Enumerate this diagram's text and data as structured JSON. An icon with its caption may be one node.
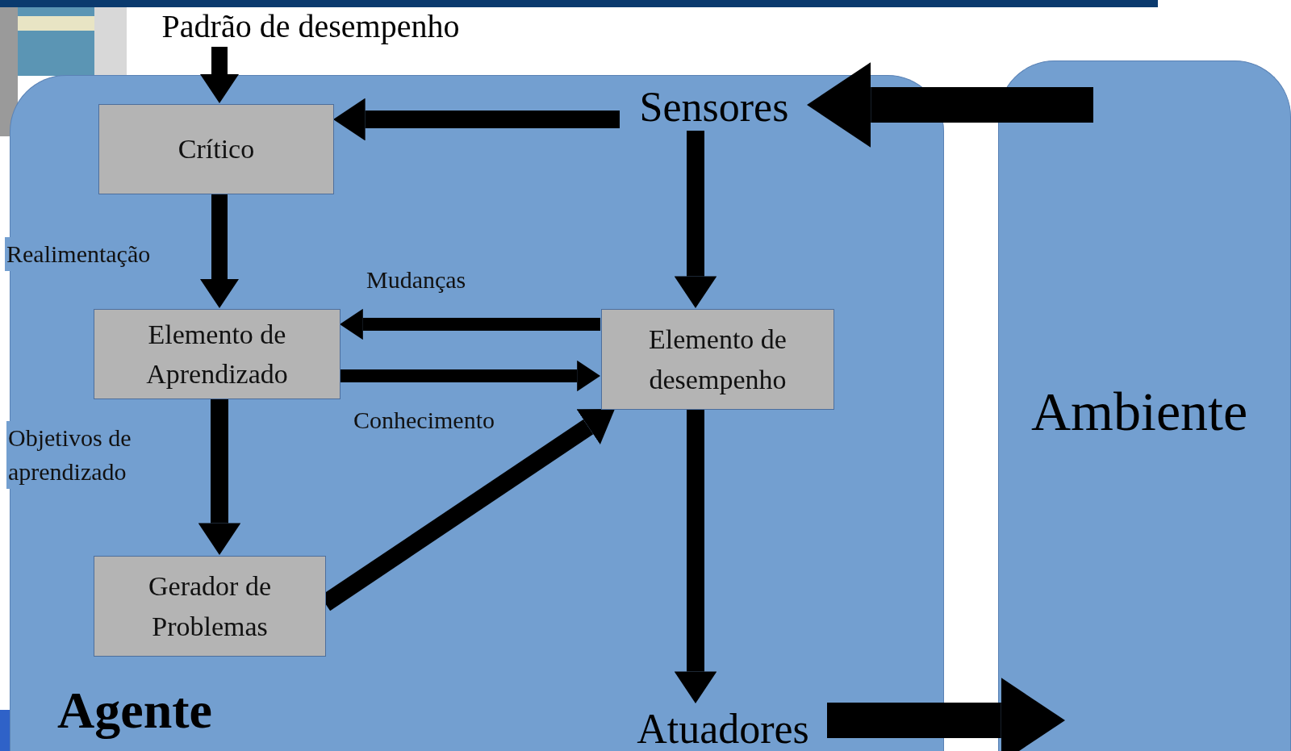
{
  "diagram": {
    "nodes": [
      {
        "text": [
          "Agente"
        ]
      },
      {
        "text": [
          "Ambiente"
        ]
      },
      {
        "text": [
          "Padrão de desempenho"
        ]
      },
      {
        "text": [
          "Crítico"
        ],
        "in": 0
      },
      {
        "text": [
          "Sensores"
        ],
        "in": 0
      },
      {
        "text": [
          "Elemento de Aprendizado"
        ],
        "in": 0
      },
      {
        "text": [
          "Elemento de desempenho"
        ],
        "in": 0
      },
      {
        "text": [
          "Gerador de Problemas"
        ],
        "in": 0
      },
      {
        "text": [
          "Atuadores"
        ],
        "in": 0
      }
    ],
    "edges": [
      {
        "from": 2,
        "to": 3,
        "arrow": "to"
      },
      {
        "from": 4,
        "to": 3,
        "arrow": "to"
      },
      {
        "from": 1,
        "to": 4,
        "arrow": "to",
        "style": "thick"
      },
      {
        "from": 3,
        "to": 5,
        "arrow": "to",
        "label": "Realimentação"
      },
      {
        "from": 4,
        "to": 6,
        "arrow": "to"
      },
      {
        "from": 6,
        "to": 5,
        "arrow": "to",
        "label": "Mudanças"
      },
      {
        "from": 5,
        "to": 6,
        "arrow": "to",
        "label": "Conhecimento"
      },
      {
        "from": 5,
        "to": 7,
        "arrow": "to",
        "label": "Objetivos de aprendizado"
      },
      {
        "from": 7,
        "to": 6,
        "arrow": "to"
      },
      {
        "from": 6,
        "to": 8,
        "arrow": "to"
      },
      {
        "from": 8,
        "to": 1,
        "arrow": "to",
        "style": "thick"
      }
    ]
  }
}
